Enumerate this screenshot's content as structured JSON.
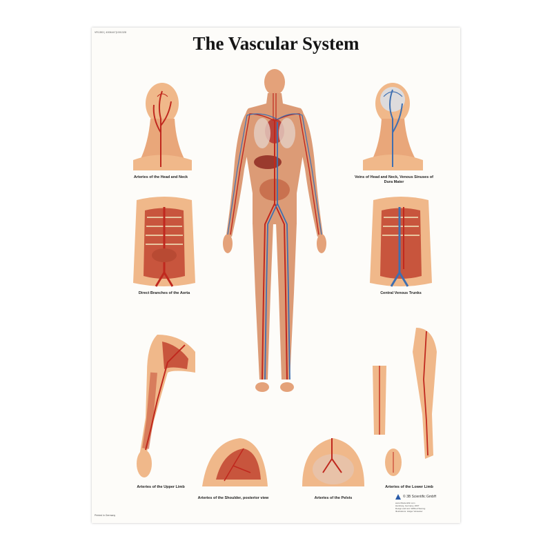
{
  "poster": {
    "catalog_number": "VR1353 | 4006447|1001328",
    "title": "The Vascular System",
    "printed_in": "Printed in Germany"
  },
  "panels": [
    {
      "id": "head-neck-arteries",
      "caption": "Arteries of the Head and Neck"
    },
    {
      "id": "head-neck-veins",
      "caption": "Veins of Head and Neck, Venous Sinuses of Dura Mater"
    },
    {
      "id": "aorta-branches",
      "caption": "Direct Branches of the Aorta"
    },
    {
      "id": "central-venous-trunks",
      "caption": "Central Venous Trunks"
    },
    {
      "id": "upper-limb",
      "caption": "Arteries of the Upper Limb"
    },
    {
      "id": "shoulder",
      "caption": "Arteries of the Shoulder, posterior view"
    },
    {
      "id": "pelvis",
      "caption": "Arteries of the Pelvis"
    },
    {
      "id": "lower-limb",
      "caption": "Arteries of the Lower Limb"
    }
  ],
  "publisher": {
    "name": "© 3B Scientific GmbH",
    "imprint": "www.3bscientific.com\nHamburg, Germany, 2007\nDesign and text: Wilfried Siemsg\nIllustrations: Holger Vanselow"
  },
  "colors": {
    "skin": "#f0b88a",
    "muscle": "#c8553d",
    "artery": "#c0281e",
    "vein": "#3f6fb0",
    "background": "#fdfcf9"
  }
}
